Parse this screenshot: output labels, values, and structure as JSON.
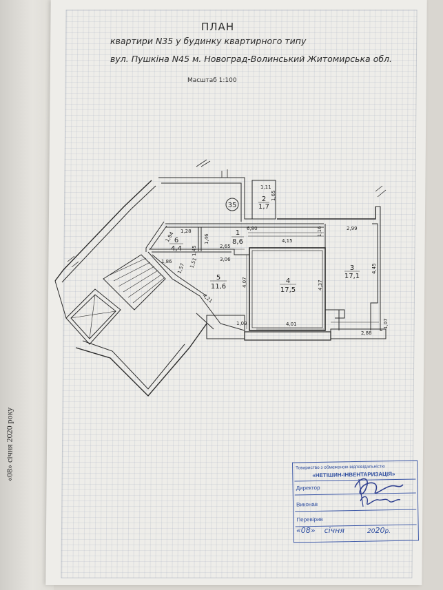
{
  "side_note": "«08» січня 2020 року",
  "header": {
    "title": "ПЛАН",
    "line1": "квартири N35 у будинку квартирного типу",
    "line2": "вул. Пушкіна N45 м. Новоград-Волинський Житомирська  обл.",
    "scale": "Масштаб 1:100"
  },
  "apartment_badge": "35",
  "rooms": [
    {
      "num": "1",
      "area": "8,6"
    },
    {
      "num": "2",
      "area": "1,7"
    },
    {
      "num": "3",
      "area": "17,1"
    },
    {
      "num": "4",
      "area": "17,5"
    },
    {
      "num": "5",
      "area": "11,6"
    },
    {
      "num": "6",
      "area": "4,4"
    }
  ],
  "dimensions": {
    "d111": "1,11",
    "d165": "1,65",
    "d680": "6,80",
    "d116": "1,16",
    "d299": "2,99",
    "d128": "1,28",
    "d194": "1,94",
    "d146": "1,46",
    "d145": "1,45",
    "d265": "2,65",
    "d306": "3,06",
    "d415": "4,15",
    "d445": "4,45",
    "d157": "1,57",
    "d151": "1,51",
    "d186": "1,86",
    "d407": "4,07",
    "d437": "4,37",
    "d421": "4,21",
    "d109": "1,09",
    "d401": "4,01",
    "d288": "2,88",
    "d107": "1,07"
  },
  "stamp": {
    "org_line1": "Товариство з обмеженою відповідальністю",
    "org_line2": "«НЕТІШИН-ІНВЕНТАРИЗАЦІЯ»",
    "director": "Директор",
    "executed": "Виконав",
    "checked": "Перевірив",
    "date_day": "«08»",
    "date_month": "січня",
    "date_year": "20",
    "date_year2": "20",
    "date_suffix": "р."
  }
}
